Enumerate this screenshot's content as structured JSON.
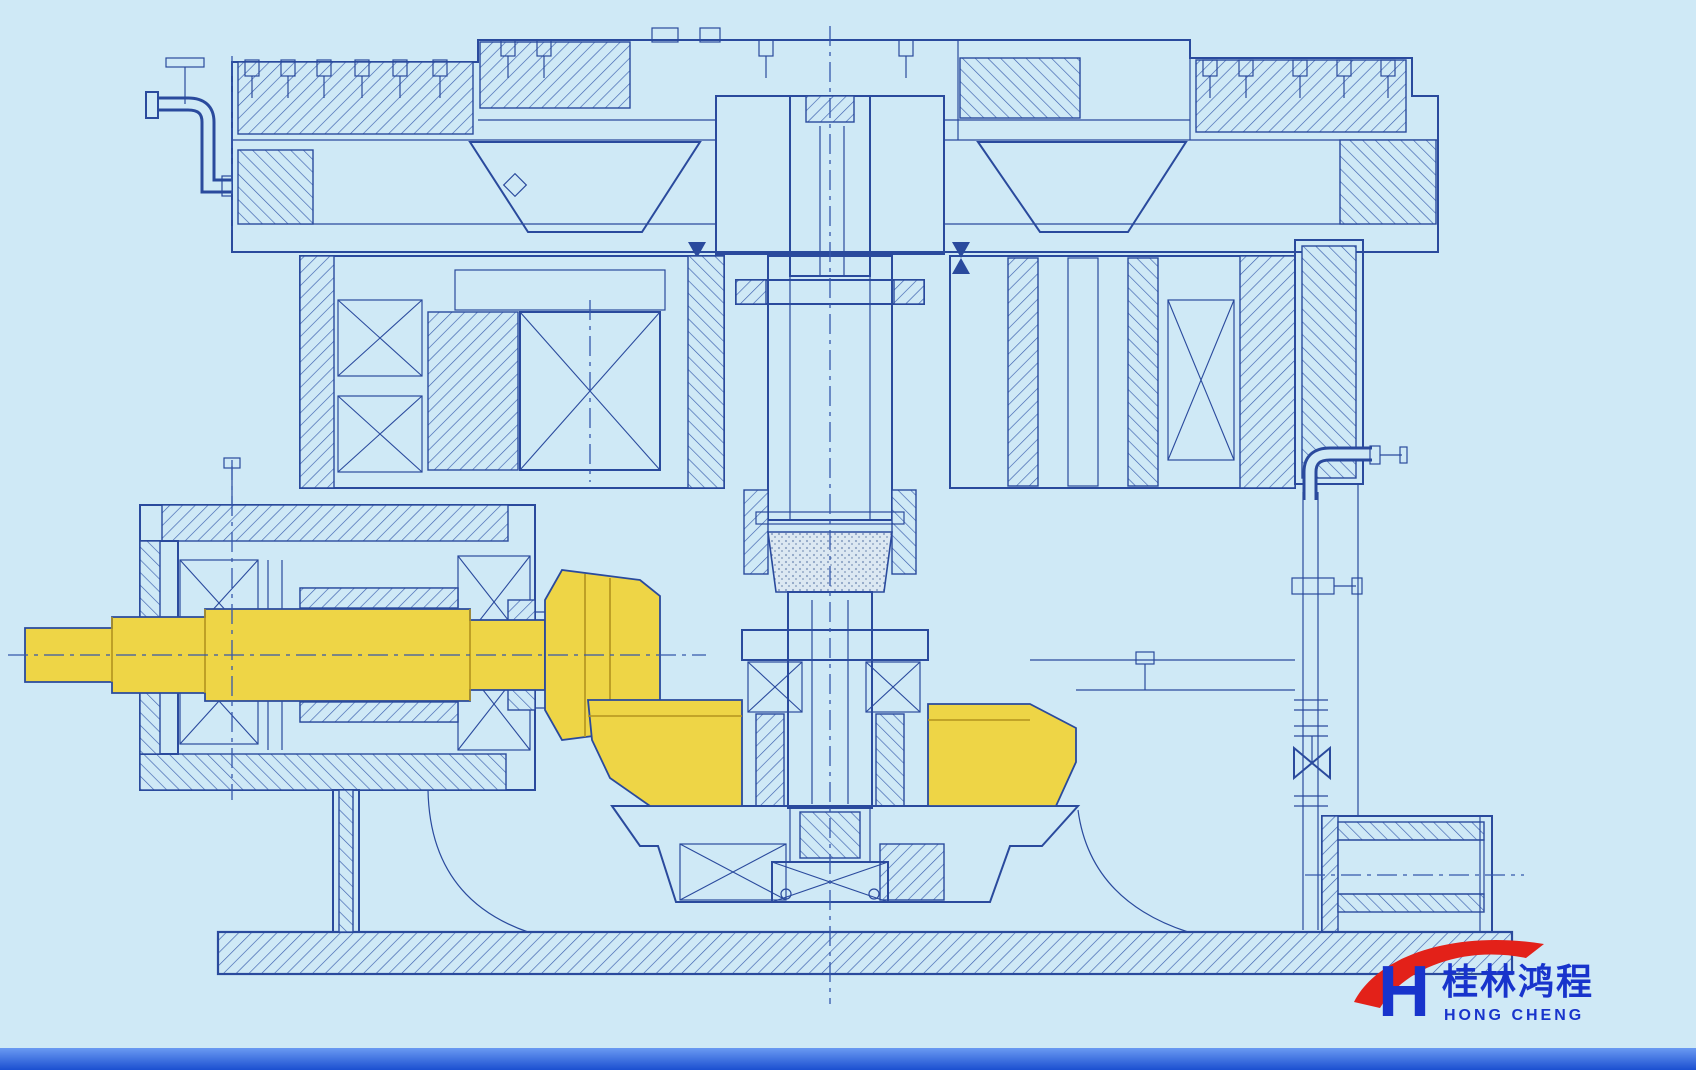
{
  "figure": {
    "kind": "mechanical-cross-section-blueprint",
    "background_color": "#cfe9f6",
    "line_color": "#2a4a9d",
    "highlight_color": "#eed546",
    "highlight_parts": [
      "bevel-pinion-shaft",
      "bevel-ring-gear"
    ]
  },
  "logo": {
    "letter": "H",
    "chinese": "桂林鸿程",
    "english": "HONG CHENG",
    "red": "#e32119",
    "blue": "#1834cc"
  },
  "footer": {
    "bar_color": "#2f6fe4"
  }
}
